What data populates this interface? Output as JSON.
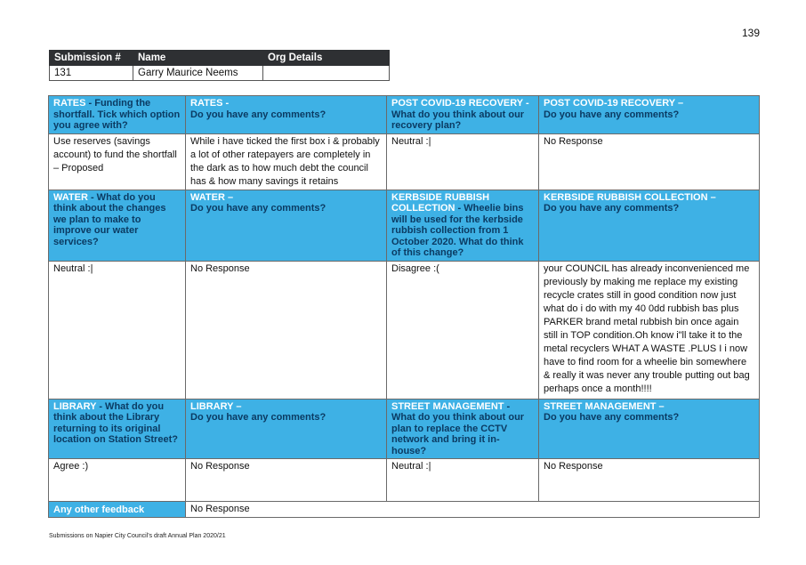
{
  "page_number": "139",
  "submission": {
    "headers": [
      "Submission #",
      "Name",
      "Org Details"
    ],
    "values": [
      "131",
      "Garry Maurice Neems",
      ""
    ]
  },
  "sections": [
    {
      "questions": [
        {
          "topic": "RATES",
          "rest": " - Funding the shortfall. Tick which option you agree with?"
        },
        {
          "topic": "RATES -",
          "rest": "Do you have any comments?"
        },
        {
          "topic": "POST COVID-19 RECOVERY -",
          "rest": "What do you think about our recovery plan?"
        },
        {
          "topic": "POST COVID-19 RECOVERY –",
          "rest": "Do you have any comments?"
        }
      ],
      "answers": [
        "Use reserves (savings account) to fund the shortfall – Proposed",
        "While i have ticked the first box i & probably a lot of other ratepayers are completely in the dark as to how  much debt the council has & how many savings it retains",
        "Neutral :|",
        "No Response"
      ]
    },
    {
      "questions": [
        {
          "topic": "WATER",
          "rest": " - What do you think about the changes we plan to make to improve our water services?"
        },
        {
          "topic": "WATER –",
          "rest": "Do you have any comments?"
        },
        {
          "topic": "KERBSIDE RUBBISH COLLECTION",
          "rest": " - Wheelie bins will be used for the kerbside rubbish collection from 1 October 2020. What do think of this change?"
        },
        {
          "topic": "KERBSIDE RUBBISH COLLECTION –",
          "rest": "Do you have any comments?"
        }
      ],
      "answers": [
        "Neutral :|",
        "No Response",
        "Disagree :(",
        "your COUNCIL has already inconvenienced me previously by making me replace my existing recycle crates still in good condition  now just what do i do with my 40 0dd rubbish bas plus PARKER brand metal rubbish bin once again still in TOP condition.Oh know i\"ll take it to the metal recyclers WHAT A WASTE .PLUS I i now have to find room for a wheelie bin somewhere & really it was never any trouble putting out bag perhaps once a month!!!!"
      ]
    },
    {
      "questions": [
        {
          "topic": "LIBRARY",
          "rest": " - What do you think about the Library returning to its original location on Station Street?"
        },
        {
          "topic": "LIBRARY –",
          "rest": "Do you have any comments?"
        },
        {
          "topic": "STREET MANAGEMENT",
          "rest": " - What do you think about our plan to replace the CCTV network and bring it in-house?"
        },
        {
          "topic": "STREET MANAGEMENT –",
          "rest": "Do you have any comments?"
        }
      ],
      "answers": [
        "Agree :)",
        "No Response",
        "Neutral :|",
        "No Response"
      ]
    }
  ],
  "other_feedback": {
    "label": "Any other feedback",
    "value": "No Response"
  },
  "footer_text": "Submissions on Napier City Council's draft Annual Plan 2020/21",
  "colors": {
    "question_bg": "#3eb1e5",
    "header_bg": "#2e3033",
    "question_rest_text": "#0b3b63"
  }
}
